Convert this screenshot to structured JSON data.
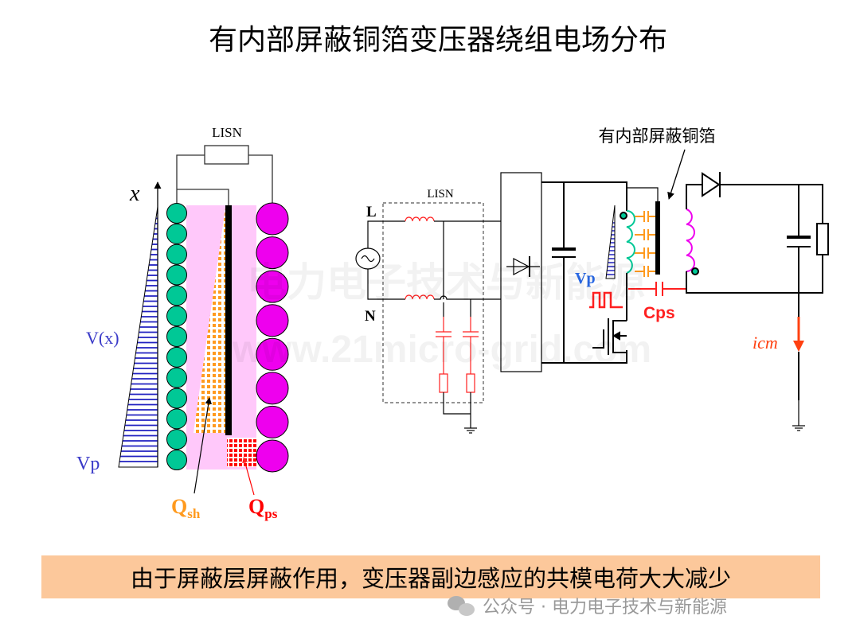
{
  "title": "有内部屏蔽铜箔变压器绕组电场分布",
  "left_diagram": {
    "lisn_label": "LISN",
    "axis_label": "x",
    "voltage_label": "V(x)",
    "vp_label": "Vp",
    "qsh_main": "Q",
    "qsh_sub": "sh",
    "qps_main": "Q",
    "qps_sub": "ps",
    "primary_turns": 13,
    "secondary_turns": 8
  },
  "right_circuit": {
    "shield_label": "有内部屏蔽铜箔",
    "lisn_label": "LISN",
    "line_label": "L",
    "neutral_label": "N",
    "vp_label": "Vp",
    "cps_label": "Cps",
    "icm_label": "icm"
  },
  "colors": {
    "primary_winding": "#00c896",
    "secondary_winding": "#ee00ee",
    "shield_region": "#ffc8fa",
    "qsh": "#ff9a1e",
    "qps": "#ff0000",
    "voltage_hatch": "#2020c0",
    "circuit_red": "#ff2020",
    "banner": "#fcc89b"
  },
  "banner_text": "由于屏蔽层屏蔽作用，变压器副边感应的共模电荷大大减少",
  "watermark": {
    "account": "公众号 · 电力电子技术与新能源",
    "center_text": "电力电子技术与新能源",
    "url": "www.21micro-grid.com"
  }
}
